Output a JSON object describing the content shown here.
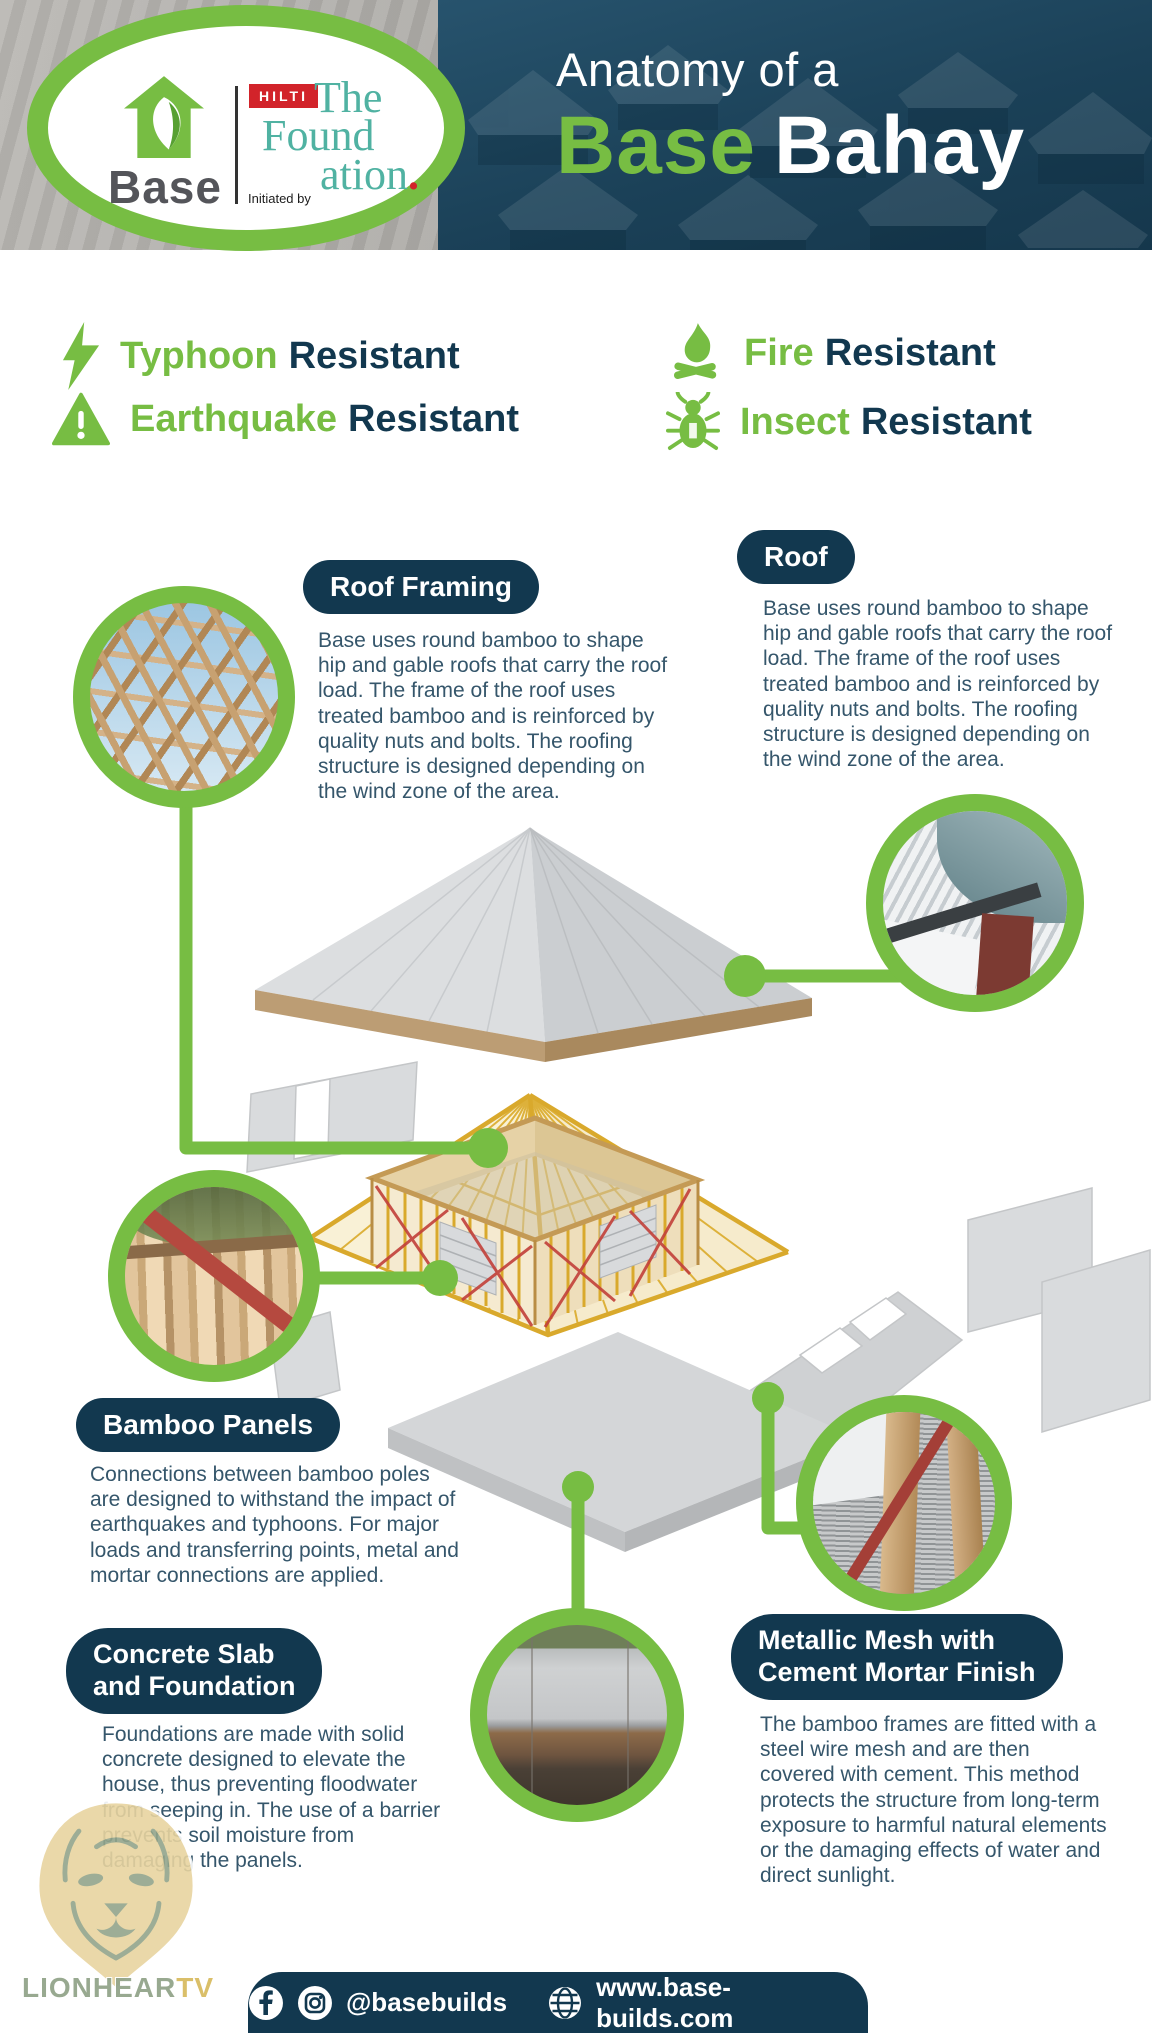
{
  "header": {
    "logo": {
      "base": "Base",
      "hilti": "HILTI",
      "initiated_by": "Initiated by",
      "foundation": {
        "line1": "The",
        "line2": "Found",
        "line3": "ation",
        "dot": "."
      }
    },
    "title": {
      "line1": "Anatomy of a",
      "green": "Base",
      "white": "Bahay"
    }
  },
  "features": [
    {
      "icon": "lightning-icon",
      "name": "Typhoon",
      "suffix": "Resistant"
    },
    {
      "icon": "warning-icon",
      "name": "Earthquake",
      "suffix": "Resistant"
    },
    {
      "icon": "fire-icon",
      "name": "Fire",
      "suffix": "Resistant"
    },
    {
      "icon": "insect-icon",
      "name": "Insect",
      "suffix": "Resistant"
    }
  ],
  "sections": {
    "roof_framing": {
      "title": "Roof Framing",
      "body": "Base uses round bamboo to shape hip and gable roofs that carry the roof load. The frame of the roof uses treated bamboo and is reinforced by quality nuts and bolts. The roofing structure is designed depending on the wind zone of the area."
    },
    "roof": {
      "title": "Roof",
      "body": "Base uses round bamboo to shape hip and gable roofs that carry the roof load. The frame of the roof uses treated bamboo and is reinforced by quality nuts and bolts. The roofing structure is designed depending on the wind zone of the area."
    },
    "bamboo_panels": {
      "title": "Bamboo Panels",
      "body": "Connections between bamboo poles are designed to withstand the impact of earthquakes and typhoons. For major loads and transferring points, metal and mortar connections are applied."
    },
    "concrete_slab": {
      "title_lines": [
        "Concrete Slab",
        "and Foundation"
      ],
      "body": "Foundations are made with solid concrete designed to elevate the house, thus preventing floodwater from seeping in. The use of a barrier prevents soil moisture from damaging the panels."
    },
    "metallic_mesh": {
      "title_lines": [
        "Metallic Mesh with",
        "Cement Mortar Finish"
      ],
      "body": "The bamboo frames are fitted with a steel wire mesh and are then covered with cement. This method protects the structure from long-term exposure to harmful natural elements or the damaging effects of water and direct sunlight."
    }
  },
  "watermark": {
    "part1": "LIONHEAR",
    "part2": "TV"
  },
  "footer": {
    "handle": "@basebuilds",
    "website": "www.base-builds.com"
  },
  "colors": {
    "green": "#77bd43",
    "navy": "#12384f",
    "body_text": "#35566b",
    "teal": "#50b2a2",
    "red": "#d2232a",
    "gold": "#d9bc62",
    "olive": "#93a58b"
  }
}
